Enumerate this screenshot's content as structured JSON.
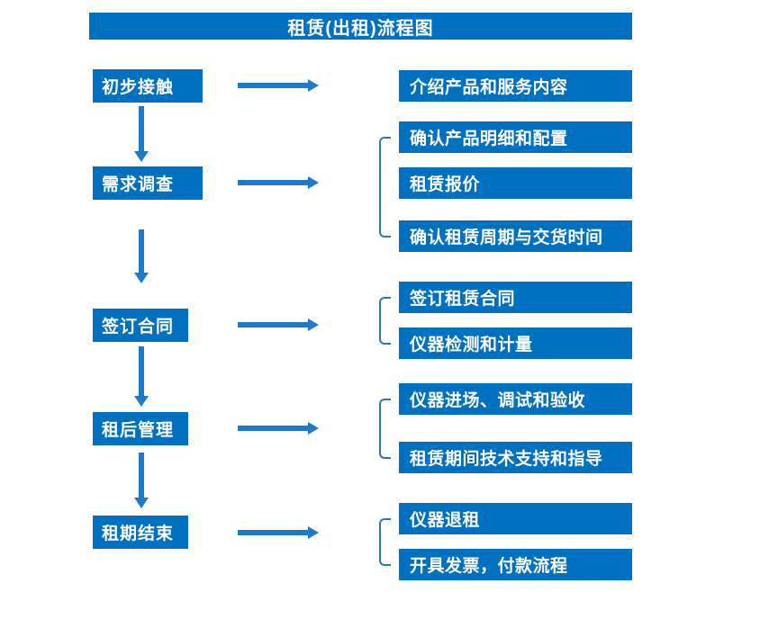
{
  "title": "租赁(出租)流程图",
  "colors": {
    "box": "#0070C0",
    "arrow": "#1E7AC8",
    "bracket": "#2E75B6",
    "text": "#FFFFFF"
  },
  "steps": [
    {
      "label": "初步接触",
      "details": [
        "介绍产品和服务内容"
      ]
    },
    {
      "label": "需求调查",
      "details": [
        "确认产品明细和配置",
        "租赁报价",
        "确认租赁周期与交货时间"
      ]
    },
    {
      "label": "签订合同",
      "details": [
        "签订租赁合同",
        "仪器检测和计量"
      ]
    },
    {
      "label": "租后管理",
      "details": [
        "仪器进场、调试和验收",
        "租赁期间技术支持和指导"
      ]
    },
    {
      "label": "租期结束",
      "details": [
        "仪器退租",
        "开具发票，付款流程"
      ]
    }
  ]
}
